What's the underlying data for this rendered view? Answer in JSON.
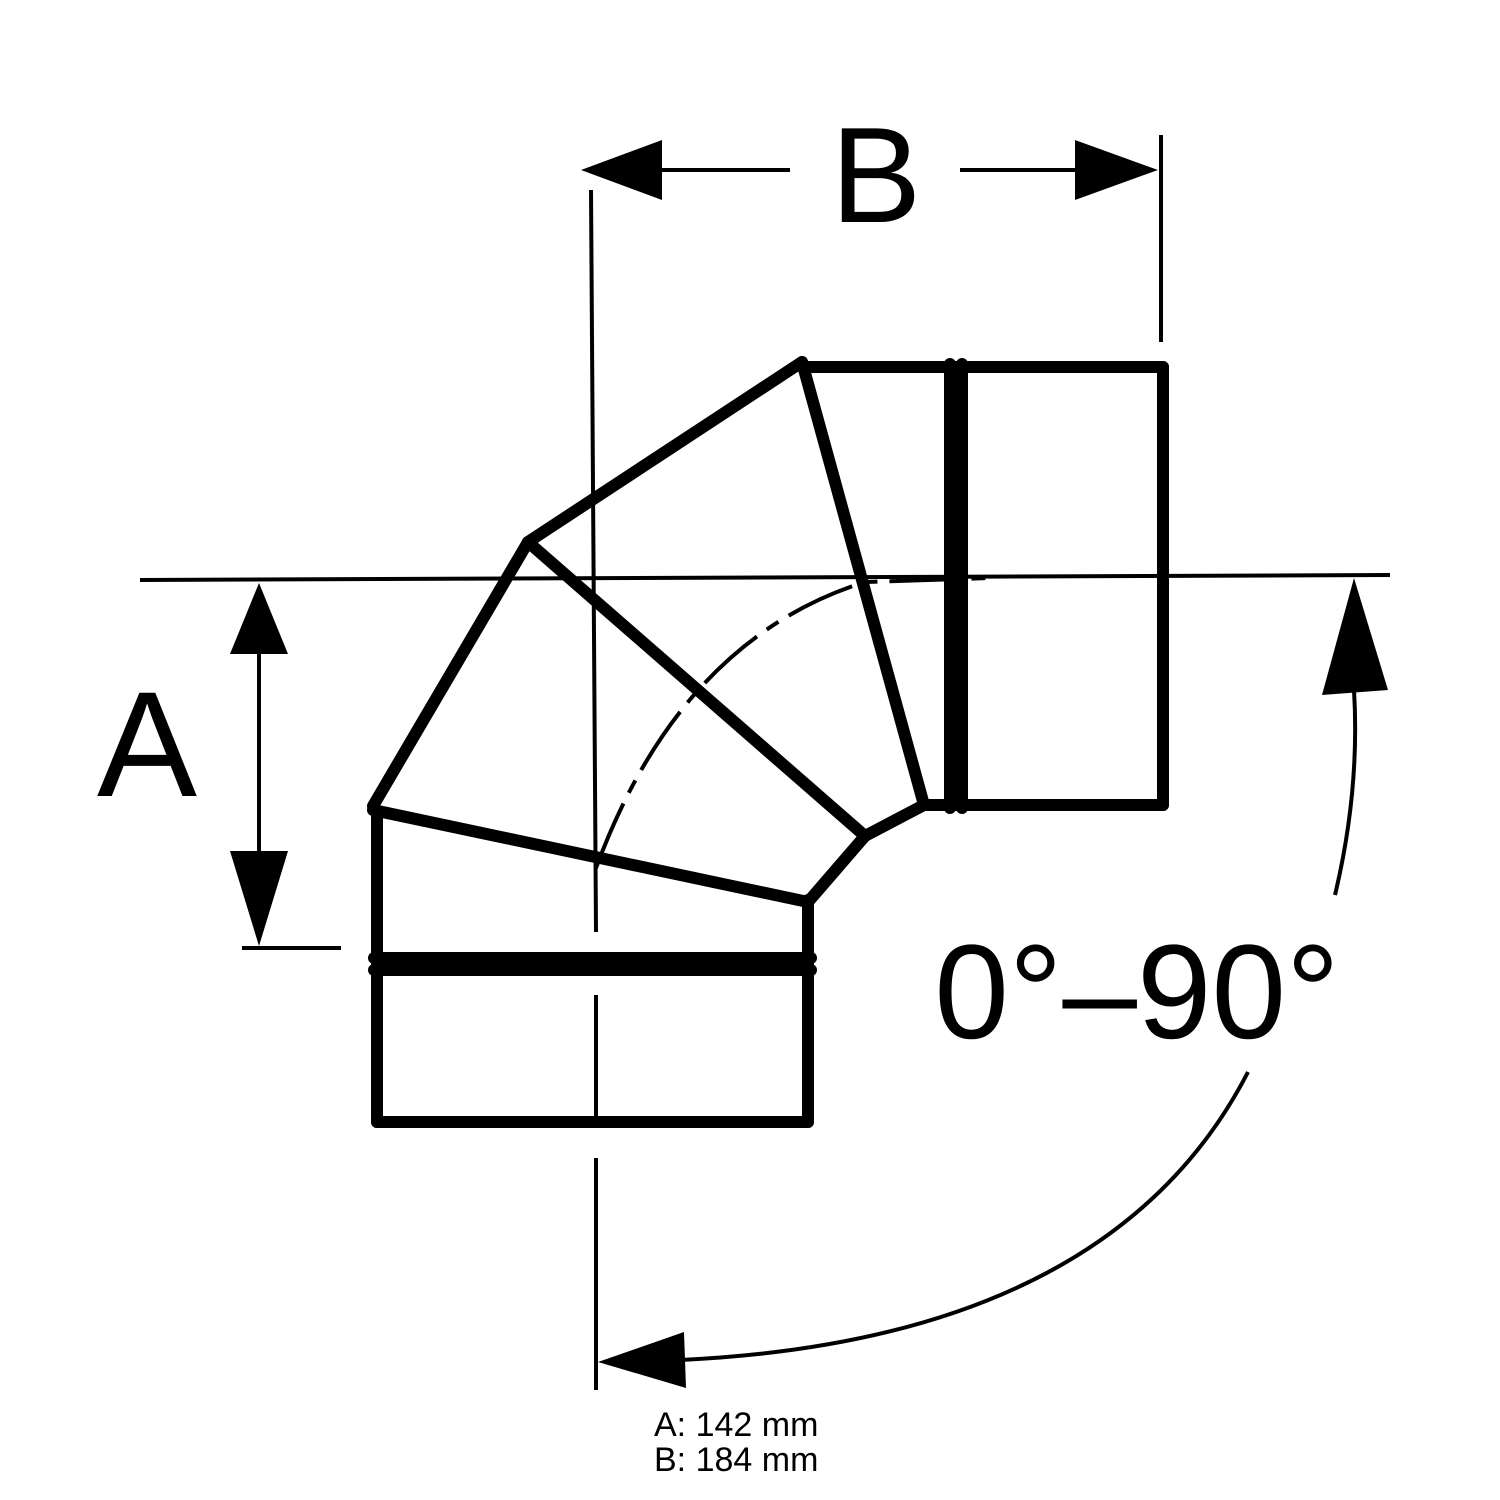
{
  "diagram": {
    "label_a": "A",
    "label_b": "B",
    "angle_label": "0°–90°",
    "caption": {
      "a_value": "A: 142 mm",
      "b_value": "B: 184 mm"
    }
  },
  "colors": {
    "line": "#000000",
    "background": "#ffffff"
  }
}
